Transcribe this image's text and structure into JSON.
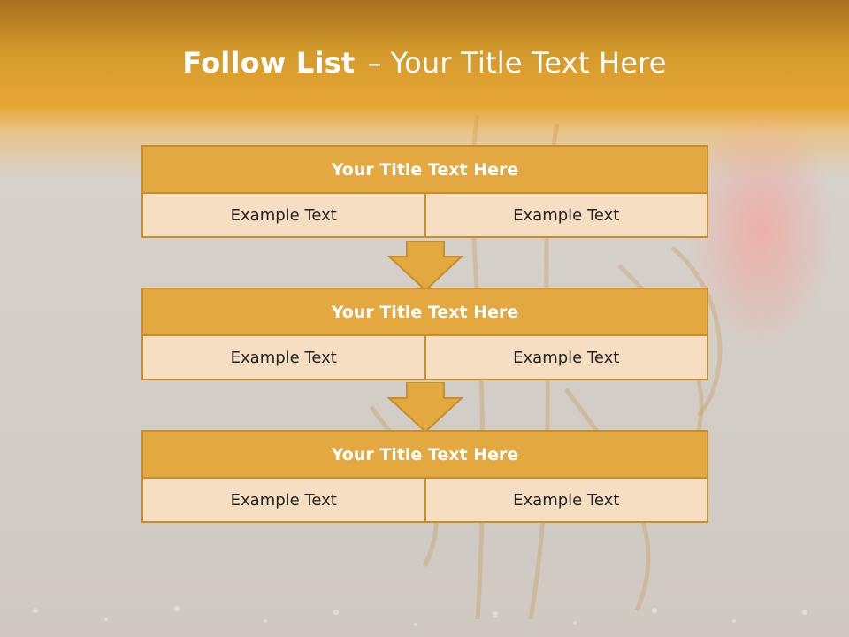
{
  "title": {
    "bold": "Follow List",
    "dash": "–",
    "rest": "Your Title Text Here"
  },
  "blocks": [
    {
      "header": "Your Title Text Here",
      "left": "Example Text",
      "right": "Example Text"
    },
    {
      "header": "Your Title Text Here",
      "left": "Example Text",
      "right": "Example Text"
    },
    {
      "header": "Your Title Text Here",
      "left": "Example Text",
      "right": "Example Text"
    }
  ],
  "colors": {
    "header_fill": "#e3a840",
    "header_border": "#c98e2a",
    "cell_fill": "#f6dec3",
    "banner": "#e7a735"
  }
}
